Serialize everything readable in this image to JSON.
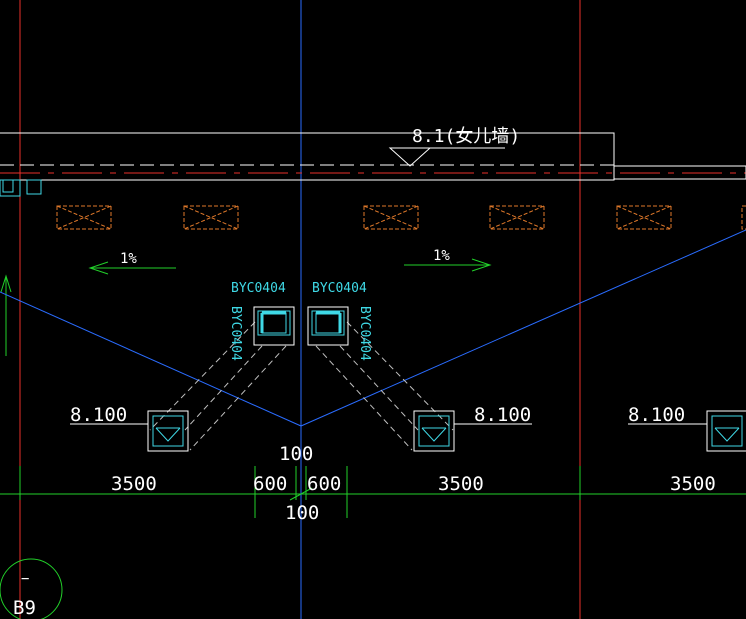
{
  "drawing": {
    "parapet_label": "8.1(女儿墙)",
    "slope_left": "1%",
    "slope_right": "1%",
    "outlet_left_h": "BYC0404",
    "outlet_right_h": "BYC0404",
    "outlet_left_v": "BYC0404",
    "outlet_right_v": "BYC0404",
    "elev_left": "8.100",
    "elev_mid": "8.100",
    "elev_right": "8.100",
    "gap_top": "100",
    "gap_bottom": "100",
    "dim_span_left": "3500",
    "dim_span_mid": "3500",
    "dim_span_right": "3500",
    "dim_half_left": "600",
    "dim_half_right": "600",
    "grid_bubble_label": "B9",
    "grid_bubble_mark": "−"
  },
  "colors": {
    "background": "#000000",
    "white": "#ffffff",
    "cyan": "#3fd9e6",
    "red": "#e8302a",
    "blue": "#2a6cff",
    "green": "#22d02a",
    "orange": "#e0792a",
    "gray": "#bfbfbf"
  }
}
